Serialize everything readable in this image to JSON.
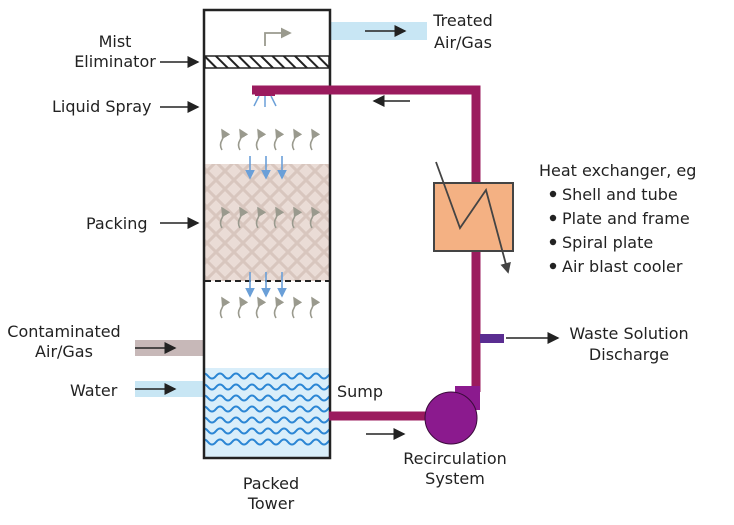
{
  "labels": {
    "mist_eliminator": [
      "Mist",
      "Eliminator"
    ],
    "liquid_spray": "Liquid Spray",
    "packing": "Packing",
    "contaminated": [
      "Contaminated",
      "Air/Gas"
    ],
    "water": "Water",
    "sump": "Sump",
    "packed_tower": [
      "Packed",
      "Tower"
    ],
    "treated": [
      "Treated",
      "Air/Gas"
    ],
    "heat_exchanger": {
      "title": "Heat exchanger, eg",
      "items": [
        "Shell and tube",
        "Plate and frame",
        "Spiral plate",
        "Air blast cooler"
      ]
    },
    "waste": [
      "Waste Solution",
      "Discharge"
    ],
    "recirculation": [
      "Recirculation",
      "System"
    ]
  },
  "colors": {
    "pipe": "#9b1b5e",
    "pump": "#8b1a8e",
    "waste_pipe": "#5a2d91",
    "gas_stream": "#c8e6f4",
    "contaminated_stream": "#c7b8b8",
    "heat_exchanger": "#f4b183",
    "packing_fill": "#eadcd6",
    "water": "#2b86d4",
    "water_fill": "#d9eefa",
    "vapor_arrow": "#9a9a8e",
    "drop_arrow": "#6a9fd8"
  }
}
